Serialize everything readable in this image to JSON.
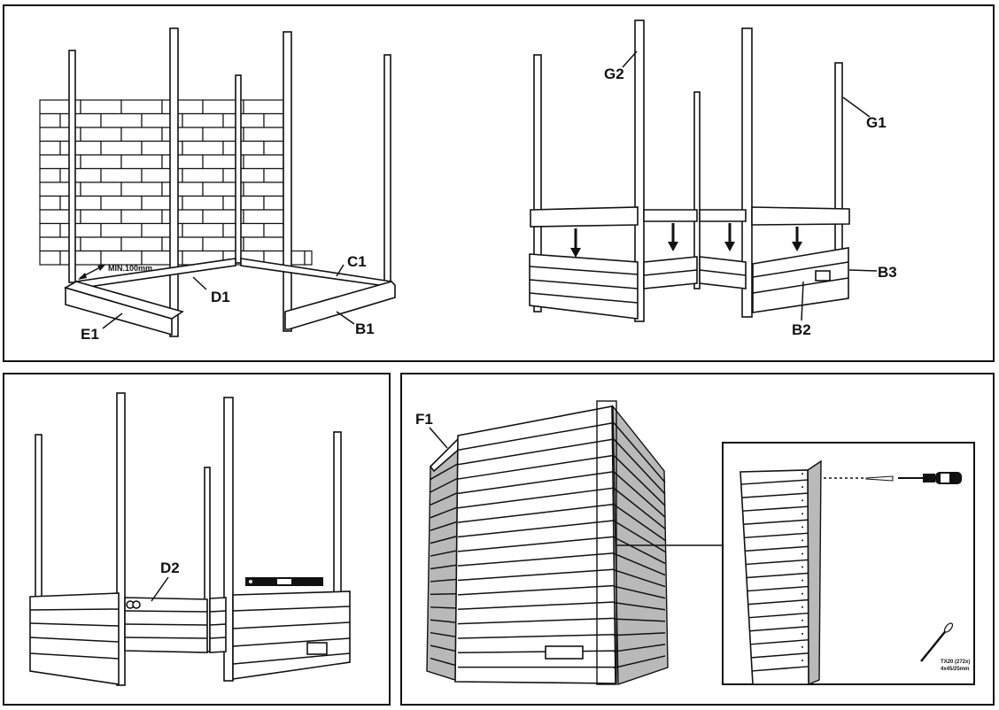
{
  "steps": [
    {
      "id": "step-1",
      "labels": {
        "e1": "E1",
        "d1": "D1",
        "c1": "C1",
        "b1": "B1"
      },
      "note": "MIN.100mm"
    },
    {
      "id": "step-2",
      "labels": {
        "g1": "G1",
        "g2": "G2",
        "b2": "B2",
        "b3": "B3"
      }
    },
    {
      "id": "step-3",
      "labels": {
        "d2": "D2"
      }
    },
    {
      "id": "step-4",
      "labels": {
        "f1": "F1"
      },
      "screw_spec": {
        "line1": "TX20",
        "line1_qty": "(272x)",
        "line2": "4x45/25mm"
      }
    }
  ]
}
